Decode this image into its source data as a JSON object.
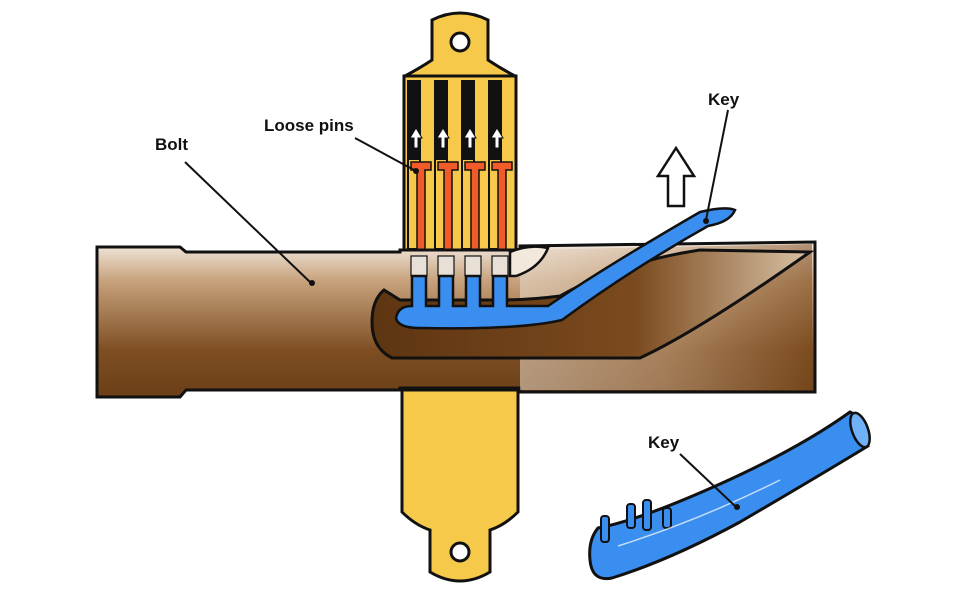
{
  "labels": {
    "bolt": "Bolt",
    "loose_pins": "Loose pins",
    "key_top": "Key",
    "key_bottom": "Key"
  },
  "colors": {
    "housing": "#f7c94a",
    "pin_orange": "#f15a29",
    "pin_yellow": "#f7c94a",
    "key_blue": "#3a8ef0",
    "bolt_brown": "#7b4a1e",
    "bolt_light": "#f3e8dc",
    "outline": "#111111"
  },
  "icons": {
    "lift_arrow": "up-arrow-icon",
    "pin_arrows": "small-up-arrow-icon"
  }
}
